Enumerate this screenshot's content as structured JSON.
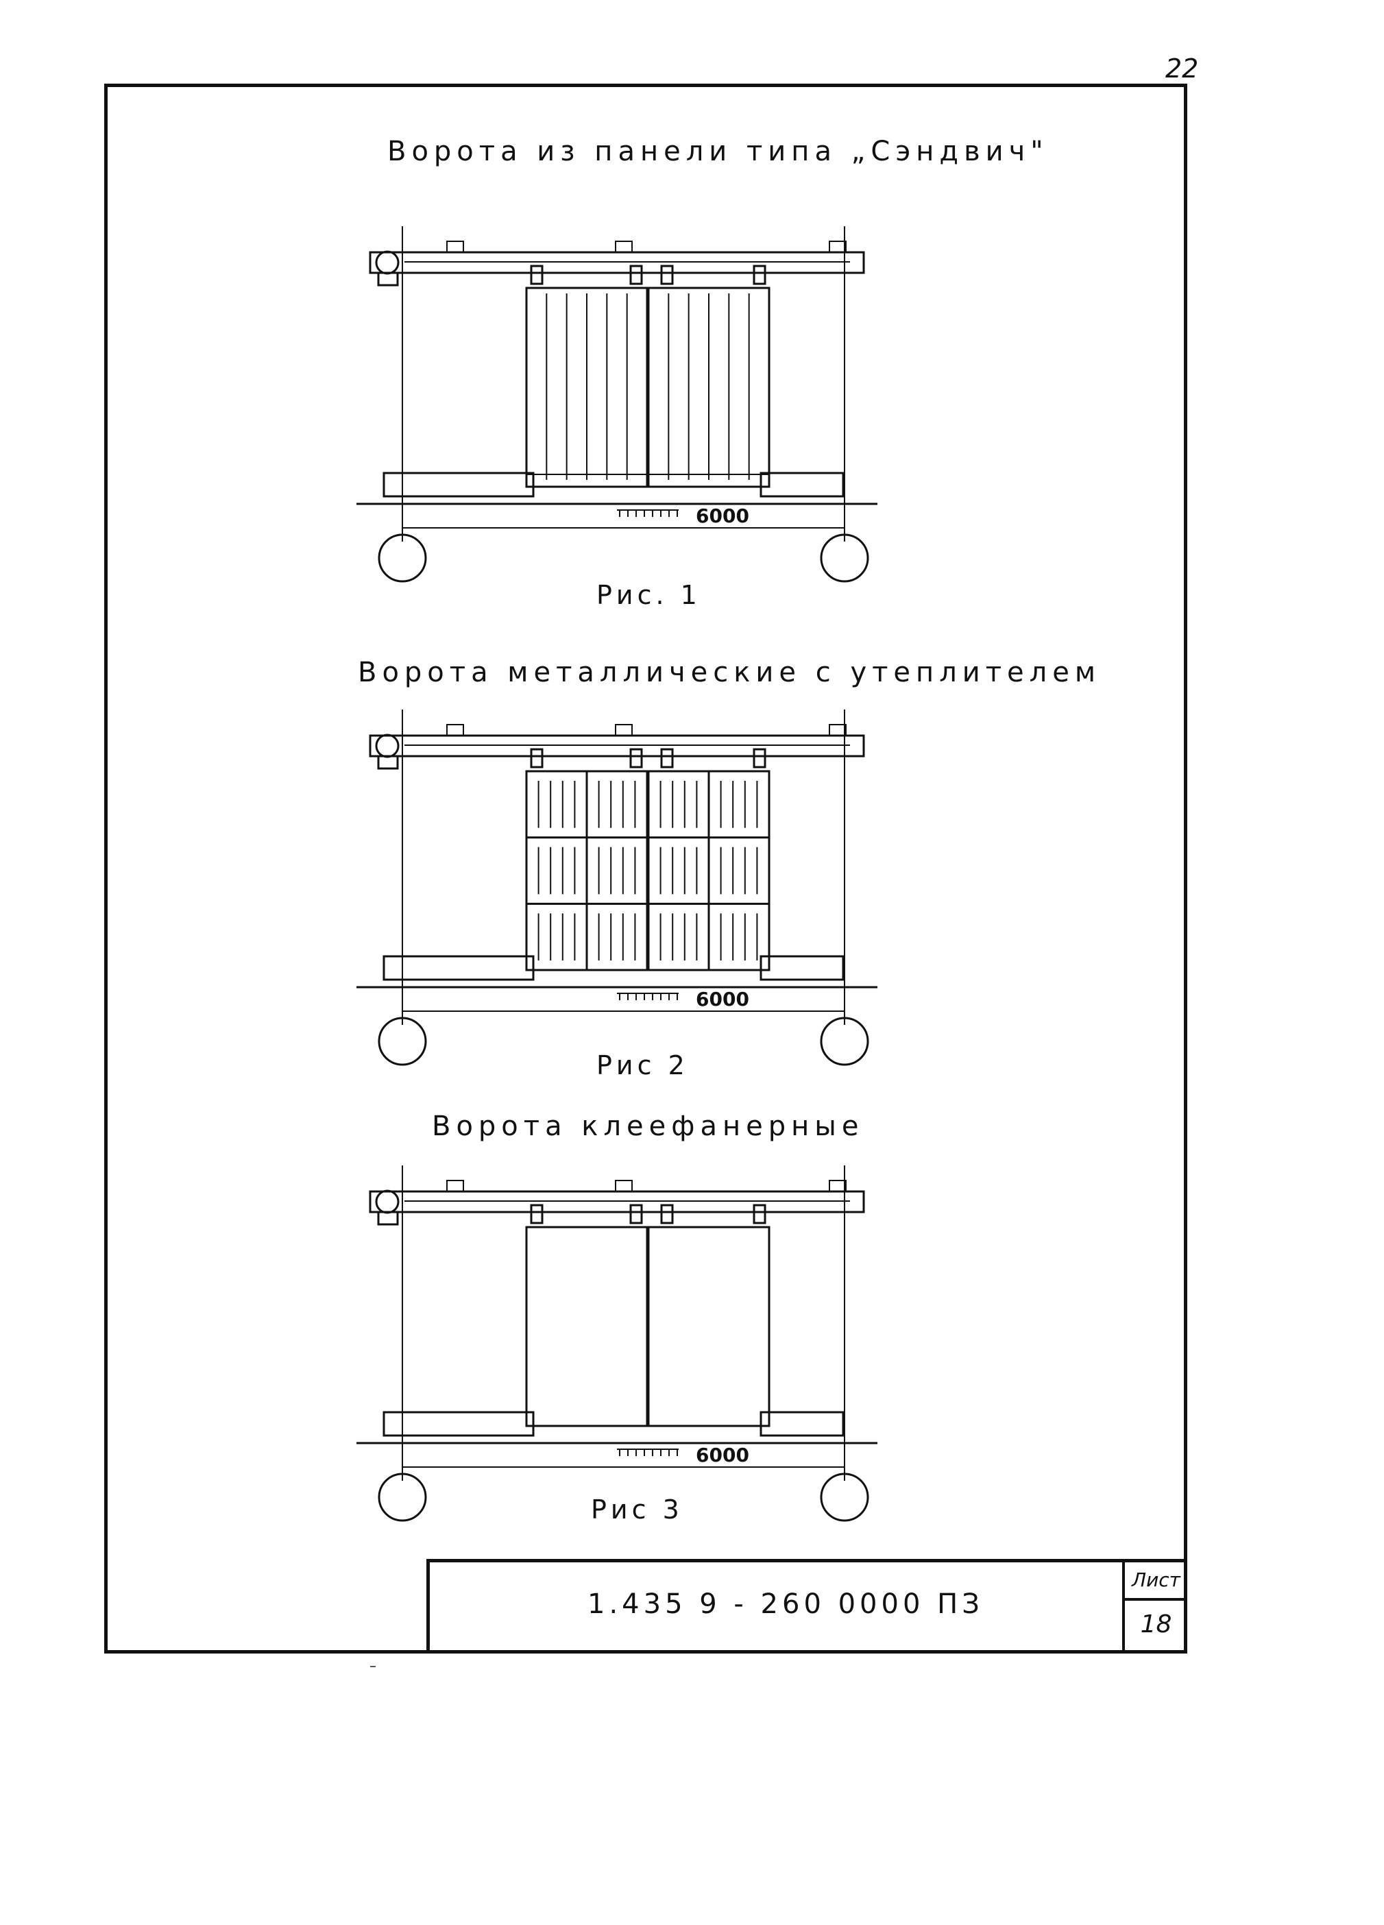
{
  "page_number": "22",
  "figures": [
    {
      "title": "Ворота из панели типа „Сэндвич\"",
      "caption": "Рис. 1",
      "dimension": "6000",
      "style": "sandwich"
    },
    {
      "title": "Ворота металлические с утеплителем",
      "caption": "Рис 2",
      "dimension": "6000",
      "style": "metal"
    },
    {
      "title": "Ворота клеефанерные",
      "caption": "Рис 3",
      "dimension": "6000",
      "style": "plywood"
    }
  ],
  "title_block": {
    "doc_code": "1.435 9 - 260 0000 ПЗ",
    "sheet_label": "Лист",
    "sheet_number": "18"
  }
}
